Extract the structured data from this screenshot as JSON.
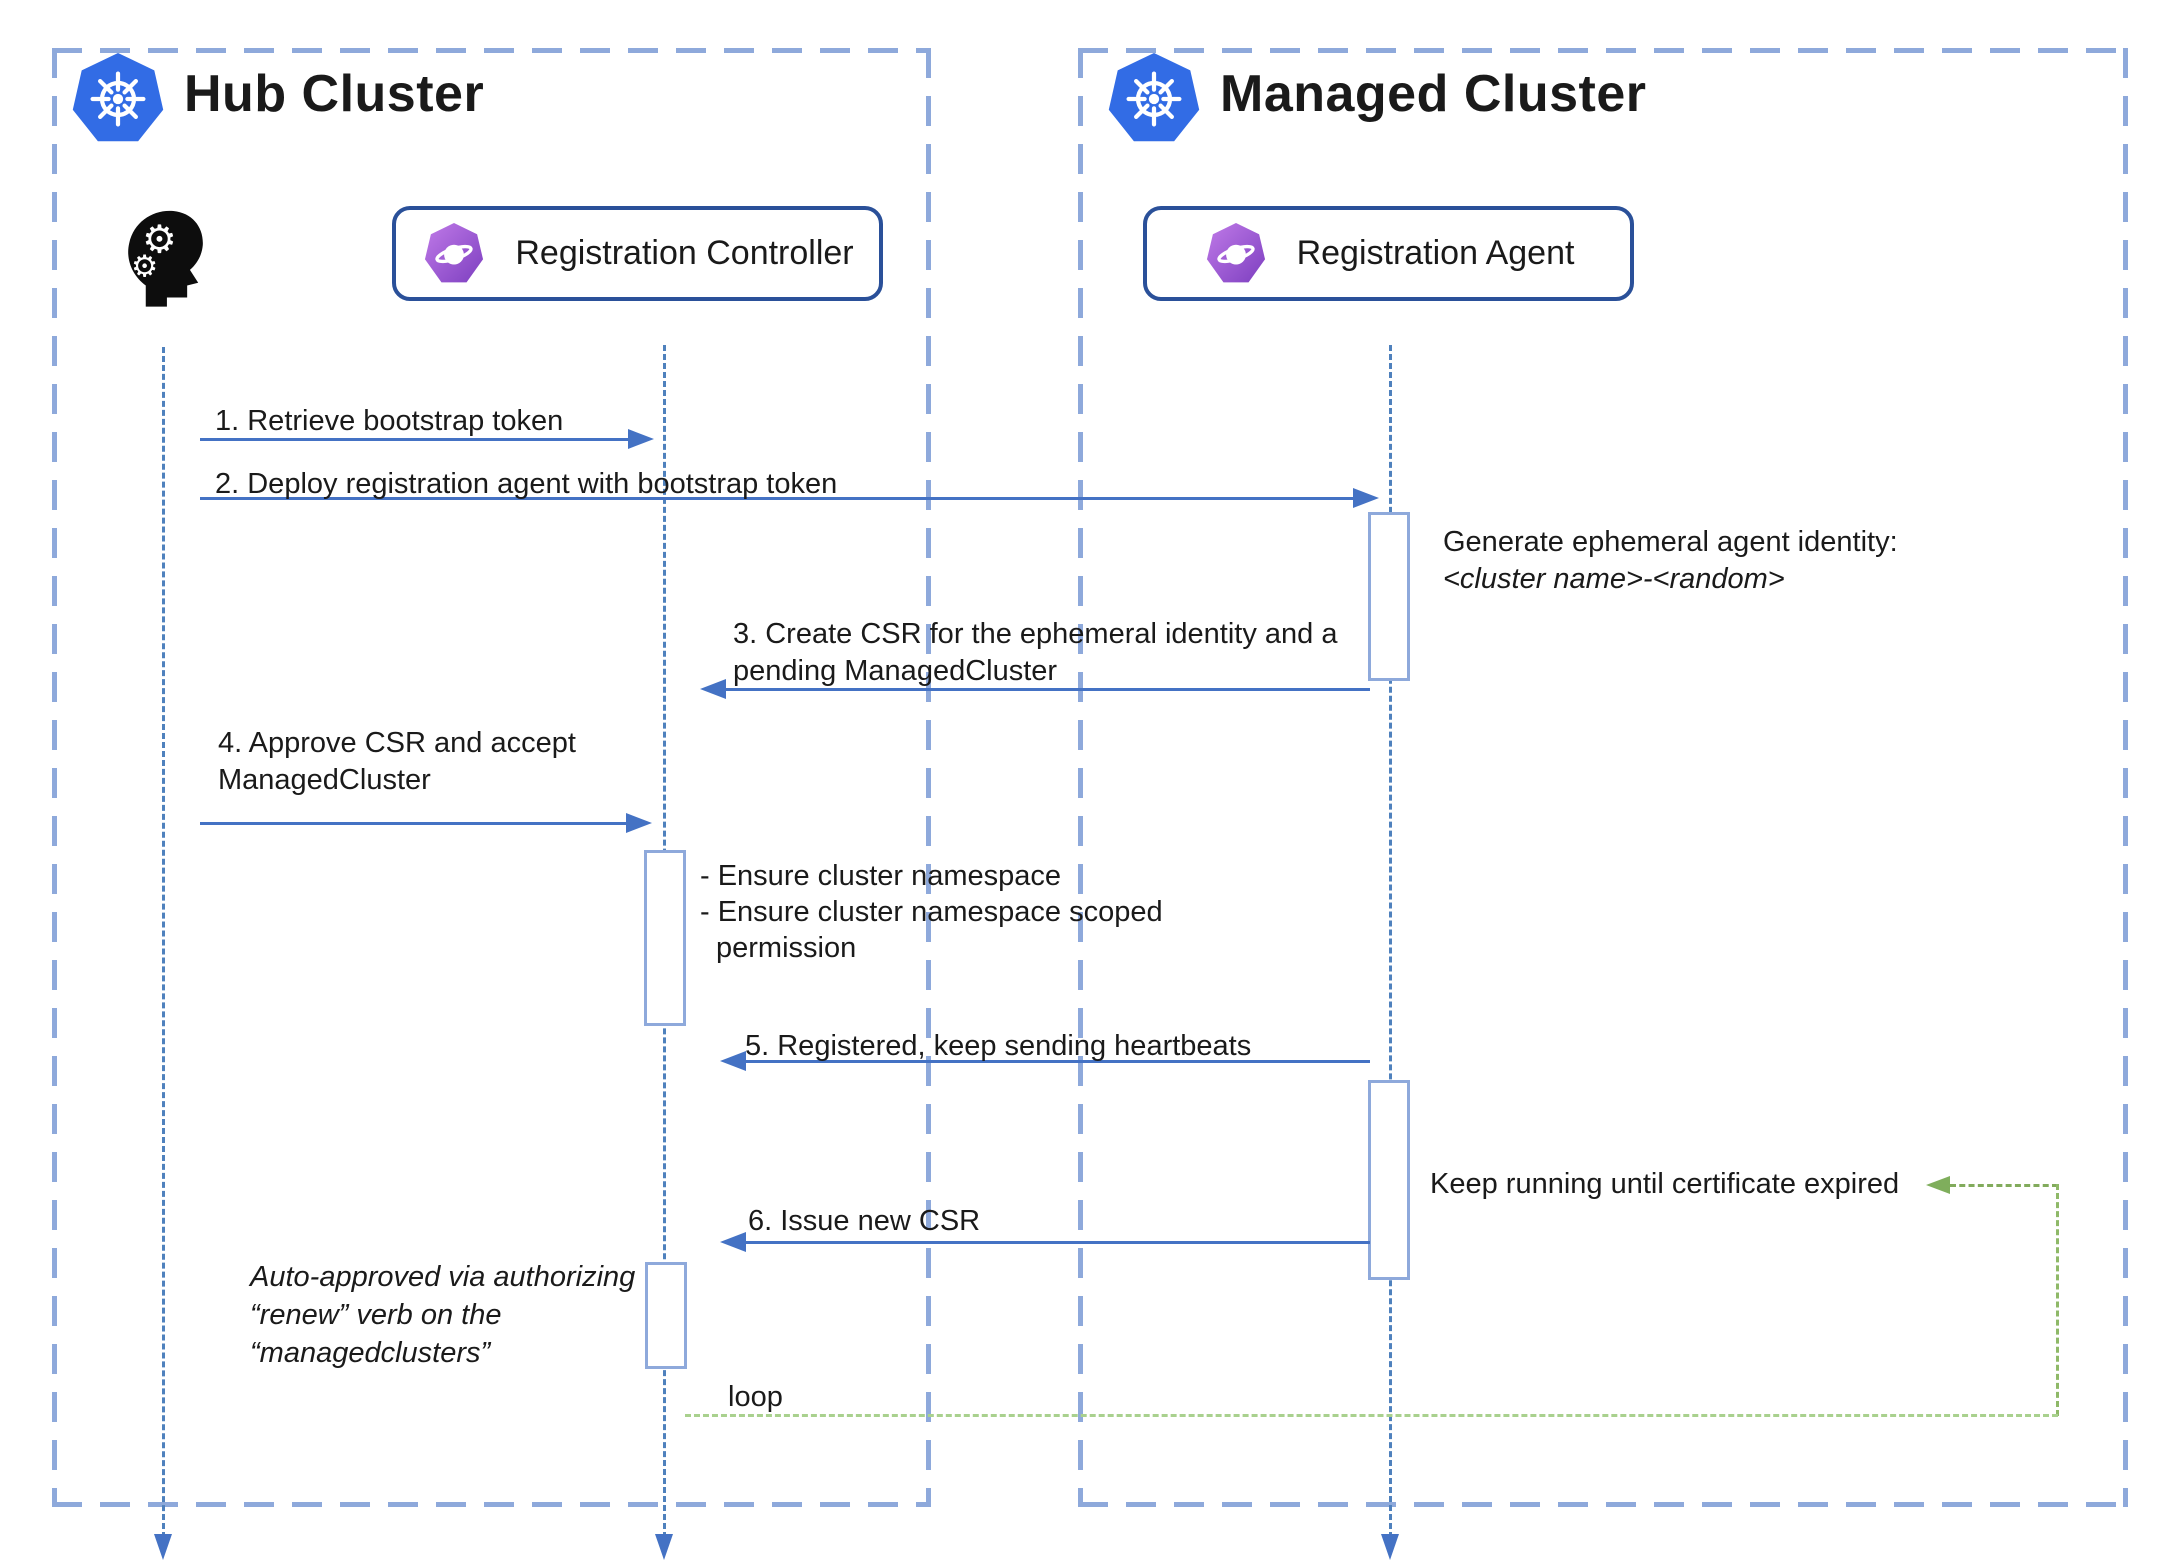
{
  "colors": {
    "frame_border": "#8ea9db",
    "participant_border": "#2a5099",
    "lifeline": "#4f81bd",
    "arrow": "#4472c4",
    "loop_green": "#a9d18e",
    "return_green": "#7fae5c",
    "kubernetes_blue": "#326ce5",
    "ocm_purple_light": "#c07ae8",
    "ocm_purple_dark": "#7d3fc0",
    "text": "#1a1a1a"
  },
  "icons": {
    "hub_logo": "kubernetes-icon",
    "managed_logo": "kubernetes-icon",
    "actor": "head-gears-icon",
    "controller": "ocm-icon",
    "agent": "ocm-icon"
  },
  "clusters": {
    "hub": {
      "title": "Hub Cluster"
    },
    "managed": {
      "title": "Managed Cluster"
    }
  },
  "participants": {
    "controller": {
      "label": "Registration Controller"
    },
    "agent": {
      "label": "Registration Agent"
    }
  },
  "messages": {
    "m1": {
      "label": "1. Retrieve bootstrap token"
    },
    "m2": {
      "label": "2. Deploy registration agent with bootstrap token"
    },
    "m3": {
      "line1": "3. Create CSR for the ephemeral identity and a",
      "line2": "pending ManagedCluster"
    },
    "m4": {
      "line1": "4. Approve CSR and accept",
      "line2": "ManagedCluster"
    },
    "m5": {
      "label": "5. Registered, keep sending heartbeats"
    },
    "m6": {
      "label": "6. Issue new CSR"
    }
  },
  "notes": {
    "generate_identity": {
      "line1": "Generate ephemeral agent identity:",
      "line2": "<cluster name>-<random>"
    },
    "ensure": {
      "line1": "- Ensure cluster namespace",
      "line2": "- Ensure cluster namespace scoped",
      "line3": "permission"
    },
    "keep_running": {
      "label": "Keep running until certificate expired"
    },
    "auto_approved": {
      "line1": "Auto-approved via authorizing",
      "line2": "“renew” verb on the",
      "line3": "“managedclusters”"
    },
    "loop": {
      "label": "loop"
    }
  }
}
